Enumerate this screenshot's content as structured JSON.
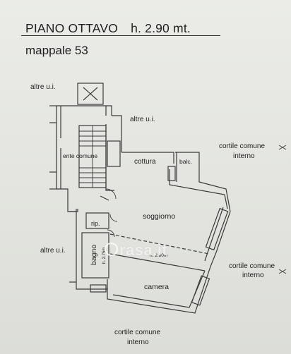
{
  "header": {
    "floor": "PIANO OTTAVO",
    "height": "h. 2.90 mt.",
    "parcel": "mappale 53"
  },
  "labels": {
    "altre_top": "altre  u.i.",
    "altre_right": "altre  u.i.",
    "altre_left": "altre  u.i.",
    "ente_comune": "ente comune",
    "cottura": "cottura",
    "balc": "balc.",
    "soggiorno": "soggiorno",
    "rip": "rip.",
    "bagno": "bagno",
    "bagno_height": "h. 2.75m",
    "dim_soggiorno": "h. 2.80m",
    "camera": "camera",
    "cortile_ne_1": "cortile comune",
    "cortile_ne_2": "interno",
    "cortile_e_1": "cortile comune",
    "cortile_e_2": "interno",
    "cortile_s_1": "cortile comune",
    "cortile_s_2": "interno"
  },
  "watermark": "rasa.it"
}
